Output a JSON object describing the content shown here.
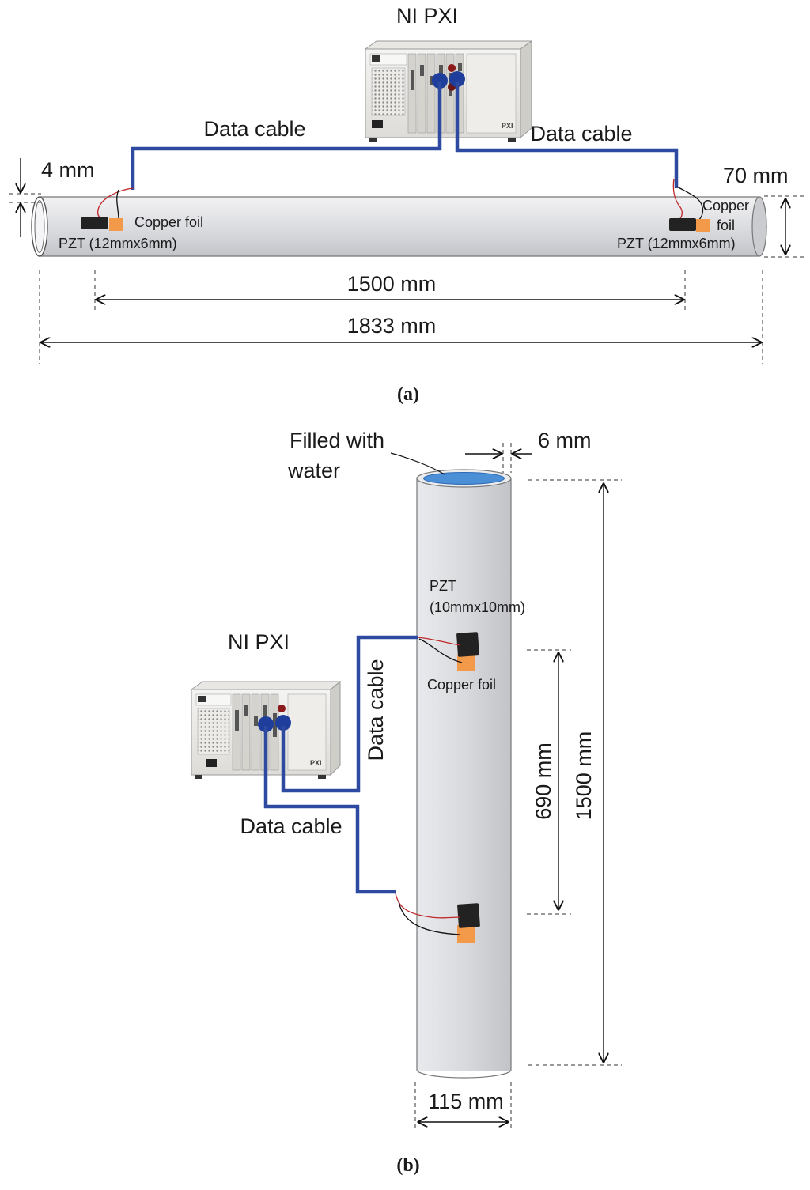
{
  "colors": {
    "cable": "#2d4aa0",
    "pipe": "#dcdde0",
    "copper_foil": "#f39a4a",
    "pzt": "#222222",
    "water": "#4b8fd6",
    "wire_red": "#c0282a"
  },
  "panel_a": {
    "device_label": "NI PXI",
    "cable_left_label": "Data cable",
    "cable_right_label": "Data cable",
    "wall_thickness_label": "4 mm",
    "diameter_label": "70 mm",
    "copper_left_label": "Copper foil",
    "copper_right_label_1": "Copper",
    "copper_right_label_2": "foil",
    "pzt_left_label": "PZT (12mmx6mm)",
    "pzt_right_label": "PZT (12mmx6mm)",
    "spacing_label": "1500 mm",
    "length_label": "1833 mm",
    "caption": "(a)"
  },
  "panel_b": {
    "water_label_1": "Filled with",
    "water_label_2": "water",
    "wall_label": "6 mm",
    "pzt_label_1": "PZT",
    "pzt_label_2": "(10mmx10mm)",
    "device_label": "NI PXI",
    "cable_upper_label": "Data cable",
    "cable_lower_label": "Data cable",
    "copper_label": "Copper foil",
    "spacing_label": "690 mm",
    "height_label": "1500 mm",
    "diameter_label": "115 mm",
    "caption": "(b)"
  }
}
